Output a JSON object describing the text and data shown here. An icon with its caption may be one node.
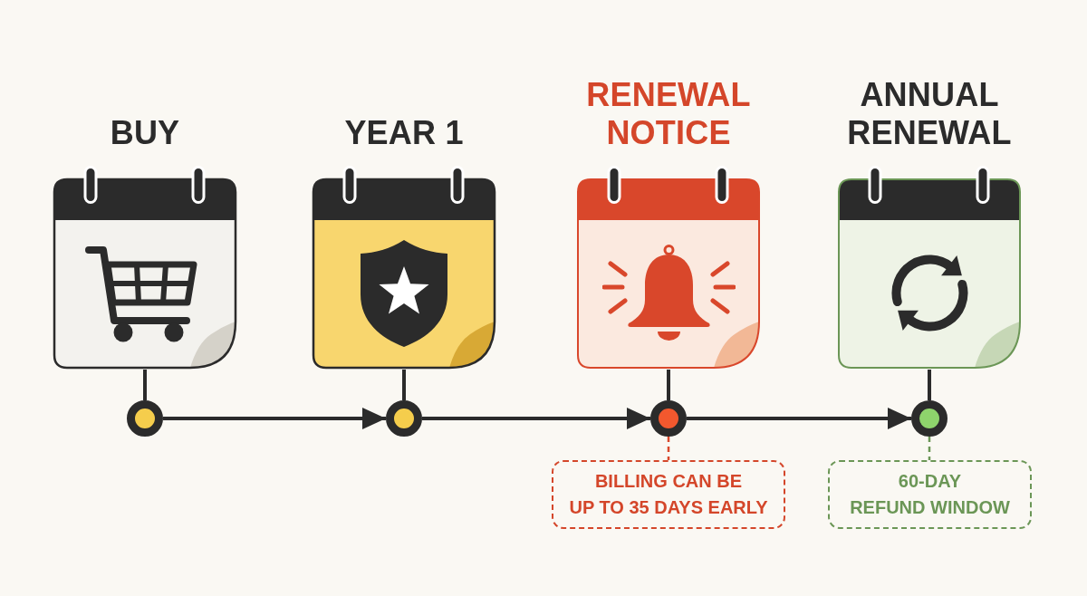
{
  "diagram": {
    "nodes": [
      {
        "text": [
          "BUY"
        ]
      },
      {
        "text": [
          "YEAR 1"
        ]
      },
      {
        "text": [
          "RENEWAL NOTICE"
        ]
      },
      {
        "text": [
          "ANNUAL RENEWAL"
        ]
      },
      {
        "text": [],
        "shape": "circle"
      },
      {
        "text": [],
        "shape": "circle"
      },
      {
        "text": [],
        "shape": "circle"
      },
      {
        "text": [],
        "shape": "circle"
      },
      {
        "text": [
          "BILLING CAN BE UP TO 35 DAYS EARLY"
        ]
      },
      {
        "text": [
          "60-DAY REFUND WINDOW"
        ]
      }
    ],
    "edges": [
      {
        "from": 0,
        "to": 4,
        "arrow": "none"
      },
      {
        "from": 1,
        "to": 5,
        "arrow": "none"
      },
      {
        "from": 2,
        "to": 6,
        "arrow": "none"
      },
      {
        "from": 3,
        "to": 7,
        "arrow": "none"
      },
      {
        "from": 4,
        "to": 5,
        "arrow": "to"
      },
      {
        "from": 5,
        "to": 6,
        "arrow": "to"
      },
      {
        "from": 6,
        "to": 7,
        "arrow": "to"
      },
      {
        "from": 6,
        "to": 8,
        "arrow": "none",
        "style": "dashed",
        "color": "#d9472b"
      },
      {
        "from": 7,
        "to": 9,
        "arrow": "none",
        "style": "dashed",
        "color": "#6b9656"
      }
    ]
  }
}
